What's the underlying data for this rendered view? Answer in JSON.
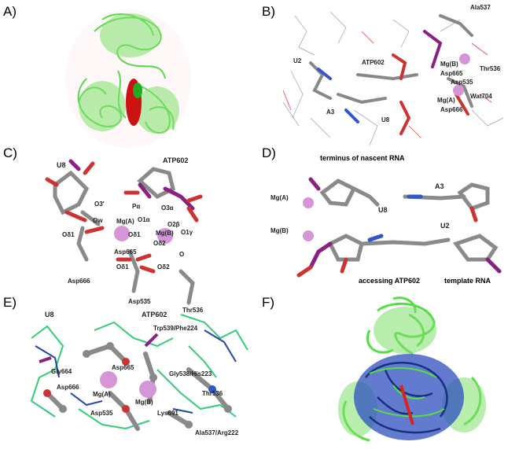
{
  "panels": {
    "a": {
      "label": "A)"
    },
    "b": {
      "label": "B)",
      "labels": [
        "Ala537",
        "U2",
        "ATP602",
        "Mg(B)",
        "Asp665",
        "Thr536",
        "Asp535",
        "Wat704",
        "Mg(A)",
        "Asp666",
        "A3",
        "U8"
      ]
    },
    "c": {
      "label": "C)",
      "labels": [
        "U8",
        "ATP602",
        "Pα",
        "O3α",
        "O3′",
        "O1α",
        "O2β",
        "Ow",
        "Mg(A)",
        "Mg(B)",
        "O1γ",
        "Oδ1",
        "Oδ1",
        "Oδ2",
        "Asp665",
        "Asp666",
        "Oδ1",
        "Oδ2",
        "O",
        "Asp535",
        "Thr536"
      ]
    },
    "d": {
      "label": "D)",
      "caption_top": "terminus of nascent RNA",
      "labels": [
        "A3",
        "Mg(A)",
        "U8",
        "Mg(B)",
        "U2"
      ],
      "caption_left": "accessing ATP602",
      "caption_right": "template RNA"
    },
    "e": {
      "label": "E)",
      "labels": [
        "U8",
        "ATP602",
        "Trp539/Phe224",
        "Gly664",
        "Asp665",
        "Gly538/His223",
        "Asp666",
        "Mg(A)",
        "Thr536",
        "Mg(B)",
        "Lys691",
        "Asp535",
        "Ala537/Arg222"
      ]
    },
    "f": {
      "label": "F)"
    }
  },
  "colors": {
    "green": "#66dd55",
    "blue": "#2244aa",
    "grey": "#888888",
    "red": "#cc2222",
    "purple": "#8b2080",
    "magnesium": "#d596d8"
  }
}
